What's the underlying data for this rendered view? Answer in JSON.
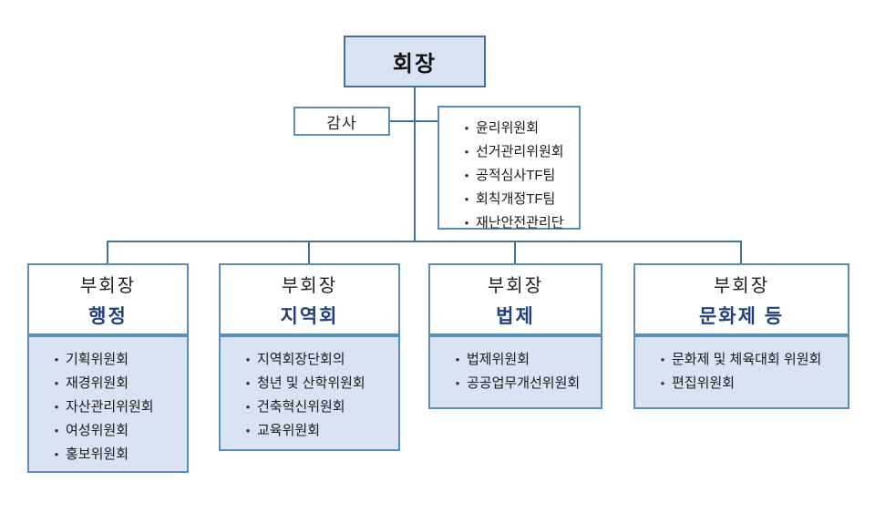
{
  "ui": {
    "bullet": "•"
  },
  "colors": {
    "box_fill_light": "#dae3f3",
    "border_dark": "#41719c",
    "border_light": "#5b8db8",
    "subtitle_blue": "#24417c",
    "text": "#1a1a1a"
  },
  "org": {
    "chairman": {
      "label": "회장"
    },
    "auditor": {
      "label": "감사"
    },
    "chairman_committees": {
      "items": [
        "윤리위원회",
        "선거관리위원회",
        "공적심사TF팀",
        "회칙개정TF팀",
        "재난안전관리단"
      ]
    },
    "branches": [
      {
        "title": "부회장",
        "subtitle": "행정",
        "items": [
          "기획위원회",
          "재경위원회",
          "자산관리위원회",
          "여성위원회",
          "홍보위원회"
        ]
      },
      {
        "title": "부회장",
        "subtitle": "지역회",
        "items": [
          "지역회장단회의",
          "청년 및 산학위원회",
          "건축혁신위원회",
          "교육위원회"
        ]
      },
      {
        "title": "부회장",
        "subtitle": "법제",
        "items": [
          "법제위원회",
          "공공업무개선위원회"
        ]
      },
      {
        "title": "부회장",
        "subtitle": "문화제 등",
        "items": [
          "문화제 및 체육대회 위원회",
          "편집위원회"
        ]
      }
    ]
  }
}
